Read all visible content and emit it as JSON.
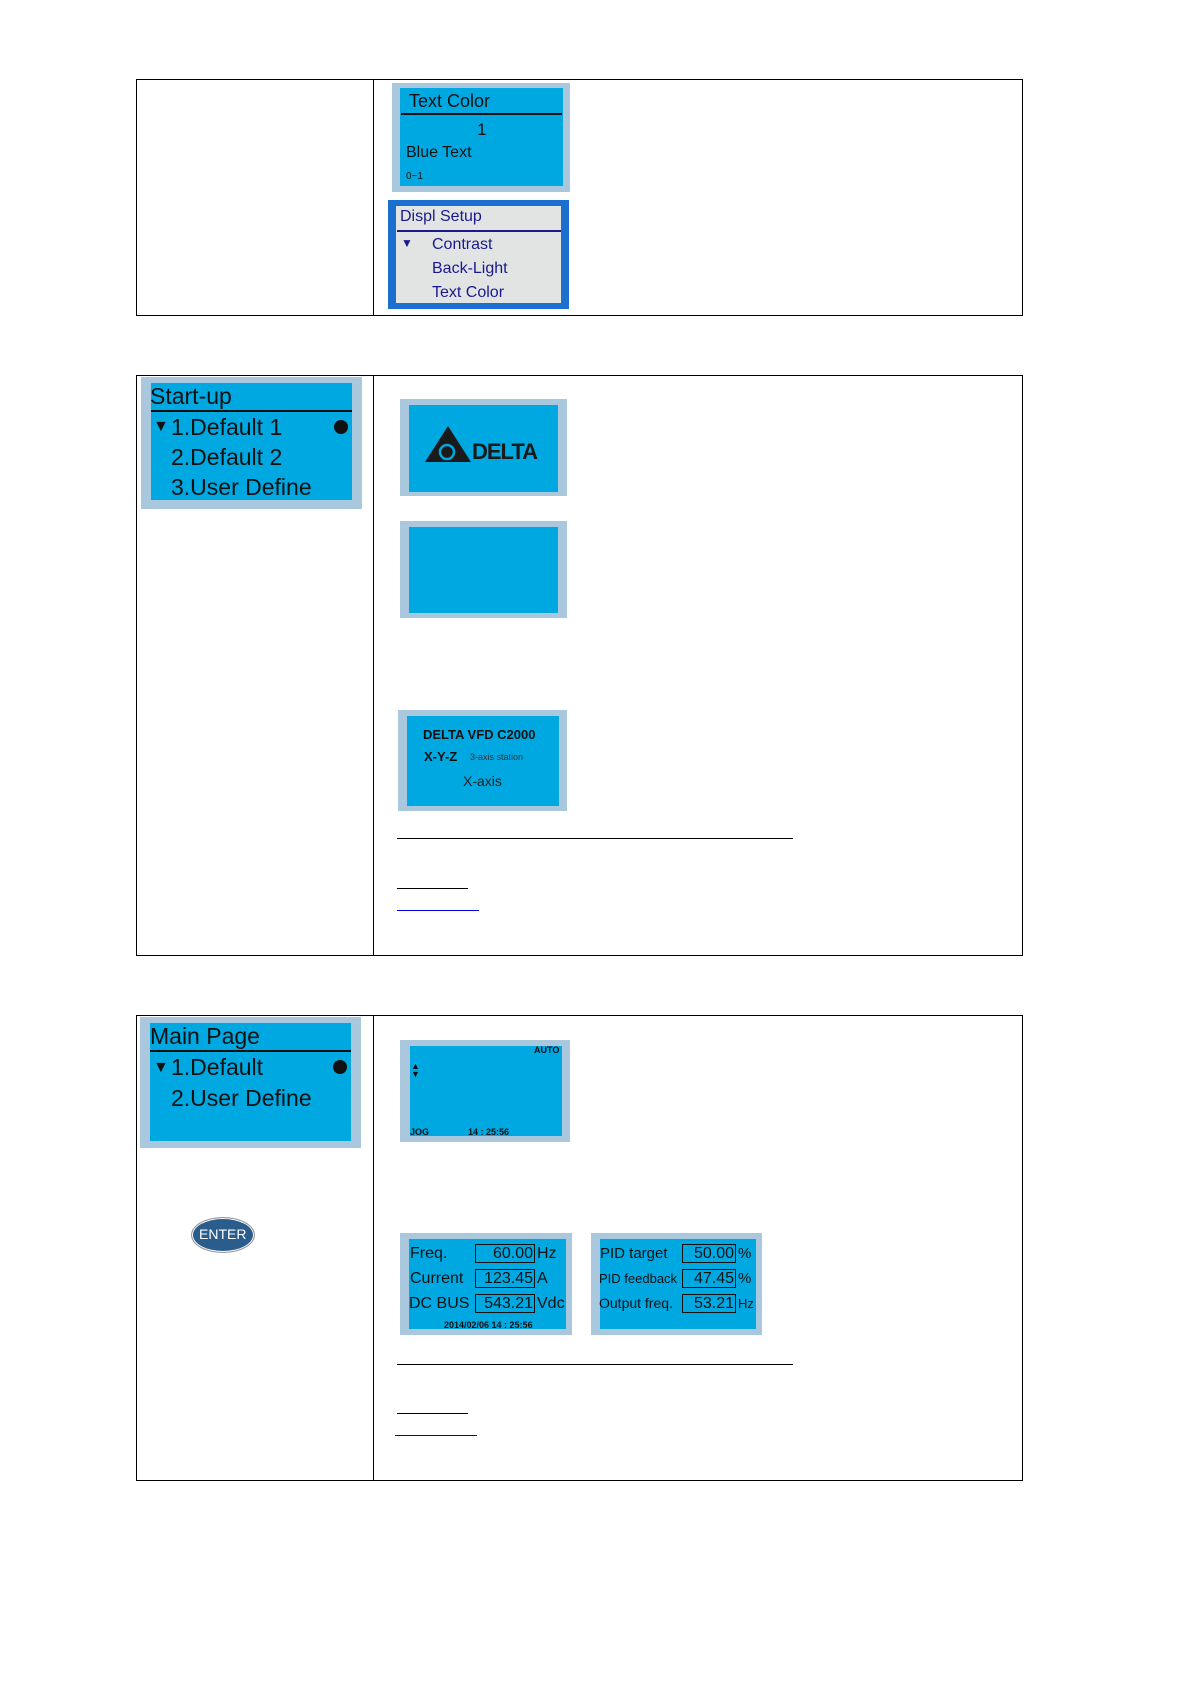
{
  "colors": {
    "lcd_blue": "#00a8e2",
    "lcd_frame": "#a9c8de",
    "menu_border": "#1a6fcf",
    "menu_bg": "#e1e4e3",
    "menu_text": "#1a1a8c"
  },
  "text_color_screen": {
    "title": "Text Color",
    "value": "1",
    "option": "Blue Text",
    "range": "0~1"
  },
  "displ_setup_menu": {
    "title": "Displ Setup",
    "items": [
      "Contrast",
      "Back-Light",
      "Text Color"
    ],
    "selected_marker": "▼"
  },
  "startup_menu": {
    "title": "Start-up",
    "items": [
      "1.Default 1",
      "2.Default 2",
      "3.User Define"
    ],
    "selected_marker": "▼"
  },
  "delta_logo": {
    "text": "DELTA"
  },
  "vfd_screen": {
    "line1": "DELTA VFD C2000",
    "line2_main": "X-Y-Z",
    "line2_sub": "3-axis station",
    "line3": "X-axis"
  },
  "main_page_menu": {
    "title": "Main Page",
    "items": [
      "1.Default",
      "2.User Define"
    ],
    "selected_marker": "▼"
  },
  "enter_button": {
    "label": "ENTER"
  },
  "default_screen": {
    "mode": "AUTO",
    "status": "JOG",
    "time": "14 : 25:56"
  },
  "monitor_screen_1": {
    "rows": [
      {
        "label": "Freq.",
        "value": "60.00",
        "unit": "Hz"
      },
      {
        "label": "Current",
        "value": "123.45",
        "unit": "A"
      },
      {
        "label": "DC BUS",
        "value": "543.21",
        "unit": "Vdc"
      }
    ],
    "datetime": "2014/02/06  14 : 25:56"
  },
  "monitor_screen_2": {
    "rows": [
      {
        "label": "PID target",
        "value": "50.00",
        "unit": "%"
      },
      {
        "label": "PID feedback",
        "value": "47.45",
        "unit": "%"
      },
      {
        "label": "Output freq.",
        "value": "53.21",
        "unit": "Hz"
      }
    ]
  }
}
